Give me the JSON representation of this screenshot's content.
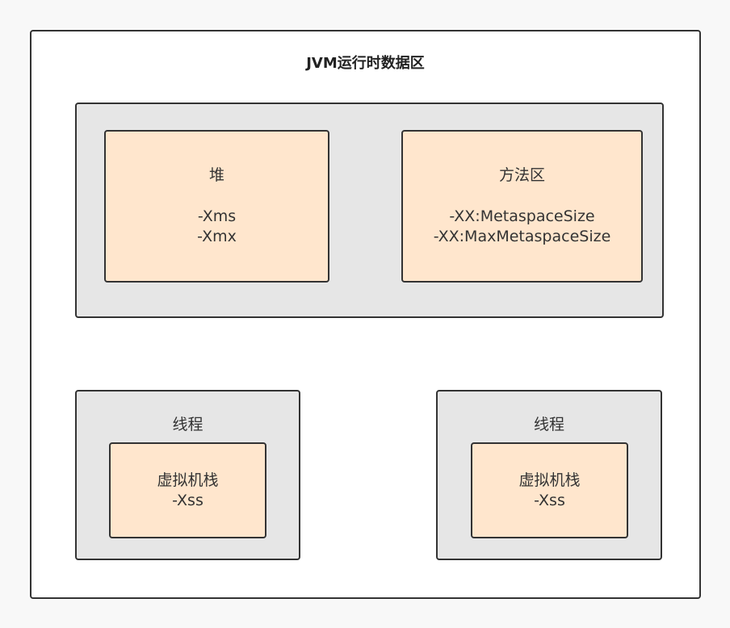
{
  "diagram": {
    "title": "JVM运行时数据区",
    "shared_area": {
      "heap": {
        "title": "堆",
        "params": [
          "-Xms",
          "-Xmx"
        ]
      },
      "method_area": {
        "title": "方法区",
        "params": [
          "-XX:MetaspaceSize",
          "-XX:MaxMetaspaceSize"
        ]
      }
    },
    "threads": [
      {
        "label": "线程",
        "stack": {
          "title": "虚拟机栈",
          "param": "-Xss"
        }
      },
      {
        "label": "线程",
        "stack": {
          "title": "虚拟机栈",
          "param": "-Xss"
        }
      }
    ]
  },
  "colors": {
    "outer_fill": "#ffffff",
    "region_fill": "#e6e6e6",
    "component_fill": "#ffe6cd",
    "stroke": "#333333"
  }
}
